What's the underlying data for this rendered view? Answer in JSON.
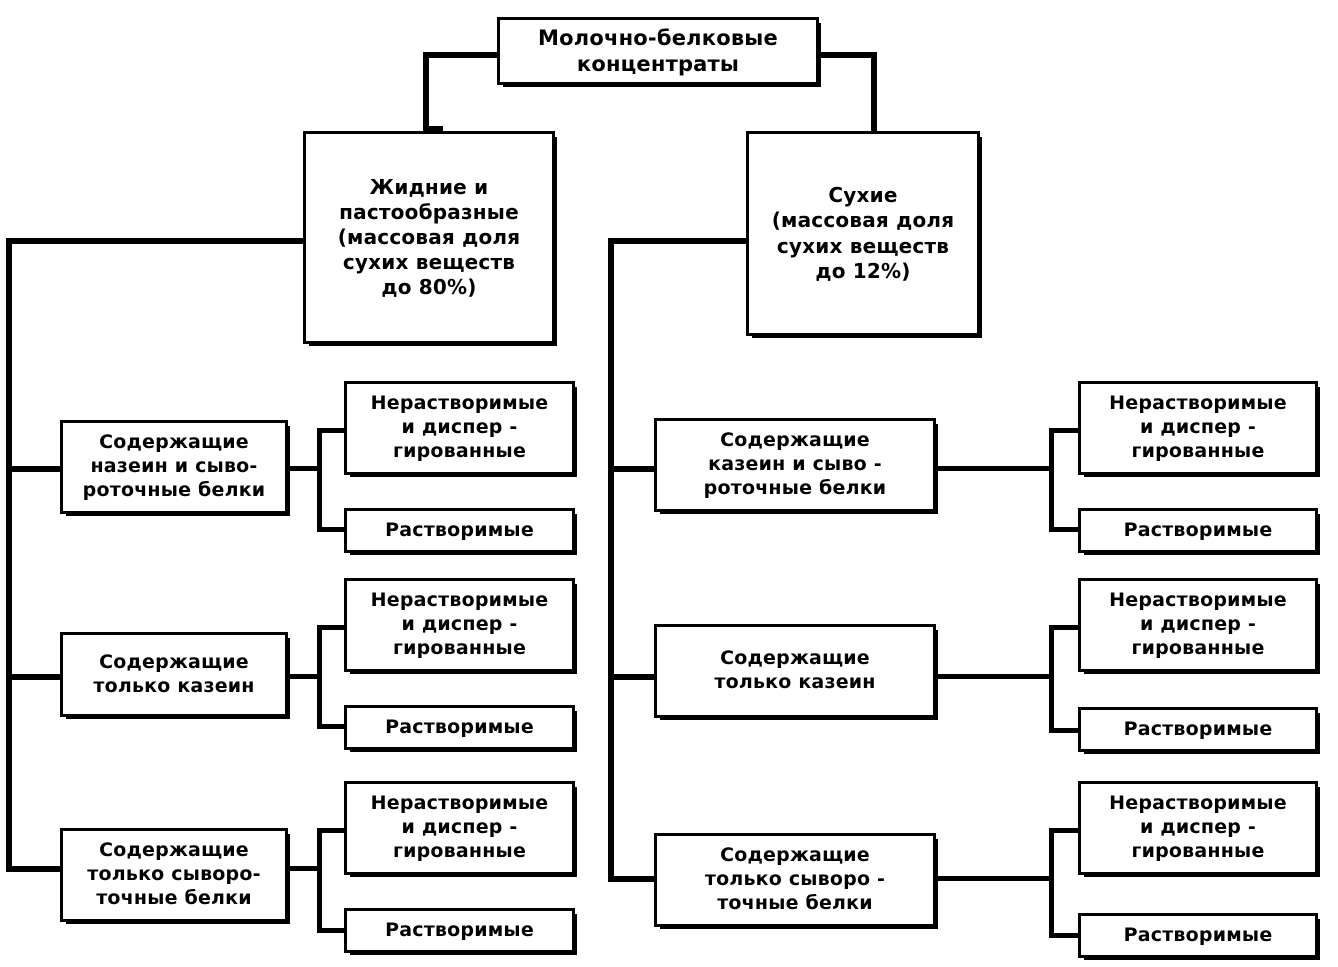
{
  "diagram": {
    "type": "hierarchy-tree",
    "language": "ru",
    "title_node": {
      "id": "root",
      "label": "Молочно-белковые\nконцентраты"
    },
    "branches": [
      {
        "id": "liquid",
        "label": "Жидние и\nпастообразные\n(массовая доля\nсухих веществ\nдо 80%)",
        "dry_matter_limit": "до 80%",
        "groups": [
          {
            "id": "liquid-casein-whey",
            "label": "Содержащие\nназеин и сыво-\nроточные белки",
            "leaves": [
              {
                "id": "liquid-casein-whey-insoluble",
                "label": "Нерастворимые\nи диспер -\nгированные"
              },
              {
                "id": "liquid-casein-whey-soluble",
                "label": "Растворимые"
              }
            ]
          },
          {
            "id": "liquid-casein-only",
            "label": "Содержащие\nтолько казеин",
            "leaves": [
              {
                "id": "liquid-casein-only-insoluble",
                "label": "Нерастворимые\nи диспер -\nгированные"
              },
              {
                "id": "liquid-casein-only-soluble",
                "label": "Растворимые"
              }
            ]
          },
          {
            "id": "liquid-whey-only",
            "label": "Содержащие\nтолько сыворо-\nточные белки",
            "leaves": [
              {
                "id": "liquid-whey-only-insoluble",
                "label": "Нерастворимые\nи диспер -\nгированные"
              },
              {
                "id": "liquid-whey-only-soluble",
                "label": "Растворимые"
              }
            ]
          }
        ]
      },
      {
        "id": "dry",
        "label": "Сухие\n(массовая доля\nсухих веществ\nдо 12%)",
        "dry_matter_limit": "до 12%",
        "groups": [
          {
            "id": "dry-casein-whey",
            "label": "Содержащие\nказеин и сыво -\nроточные белки",
            "leaves": [
              {
                "id": "dry-casein-whey-insoluble",
                "label": "Нерастворимые\nи диспер -\nгированные"
              },
              {
                "id": "dry-casein-whey-soluble",
                "label": "Растворимые"
              }
            ]
          },
          {
            "id": "dry-casein-only",
            "label": "Содержащие\nтолько казеин",
            "leaves": [
              {
                "id": "dry-casein-only-insoluble",
                "label": "Нерастворимые\nи диспер -\nгированные"
              },
              {
                "id": "dry-casein-only-soluble",
                "label": "Растворимые"
              }
            ]
          },
          {
            "id": "dry-whey-only",
            "label": "Содержащие\nтолько сыворо -\nточные белки",
            "leaves": [
              {
                "id": "dry-whey-only-insoluble",
                "label": "Нерастворимые\nи диспер -\nгированные"
              },
              {
                "id": "dry-whey-only-soluble",
                "label": "Растворимые"
              }
            ]
          }
        ]
      }
    ],
    "colors": {
      "line": "#000000",
      "box_fill": "#ffffff",
      "text": "#000000"
    }
  }
}
